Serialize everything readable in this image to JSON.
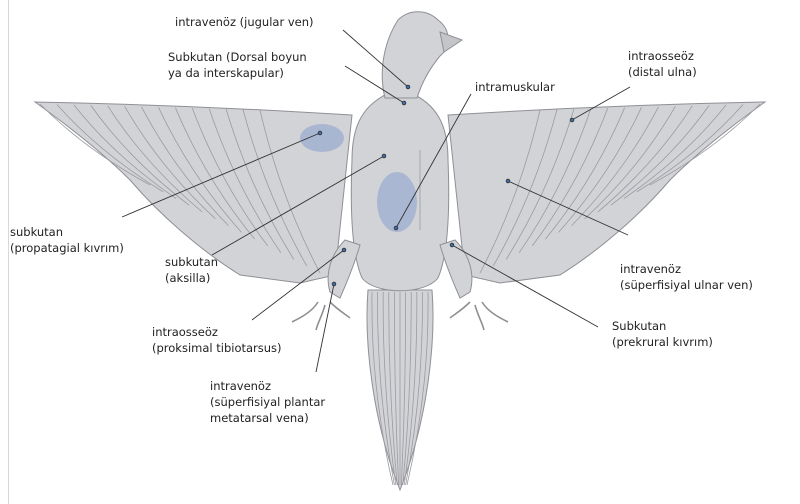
{
  "labels": {
    "jugular": [
      "intravenöz (jugular ven)"
    ],
    "dorsal_neck": [
      "Subkutan (Dorsal boyun",
      "ya da interskapular)"
    ],
    "intramuscular": [
      "intramuskular"
    ],
    "distal_ulna": [
      "intraosseöz",
      "(distal ulna)"
    ],
    "propatagial": [
      "subkutan",
      "(propatagial kıvrım)"
    ],
    "axilla": [
      "subkutan",
      "(aksilla)"
    ],
    "ulnar_vein": [
      "intravenöz",
      "(süperfisiyal ulnar ven)"
    ],
    "tibiotarsus": [
      "intraosseöz",
      "(proksimal tibiotarsus)"
    ],
    "prekrural": [
      "Subkutan",
      "(prekrural kıvrım)"
    ],
    "plantar": [
      "intravenöz",
      "(süperfisiyal plantar",
      "metatarsal vena)"
    ]
  },
  "colors": {
    "body": "#d2d3d7",
    "outline": "#8f9095",
    "injection_site": "#a3b1d1",
    "leader": "#333333",
    "point": "#3b6fb6"
  }
}
